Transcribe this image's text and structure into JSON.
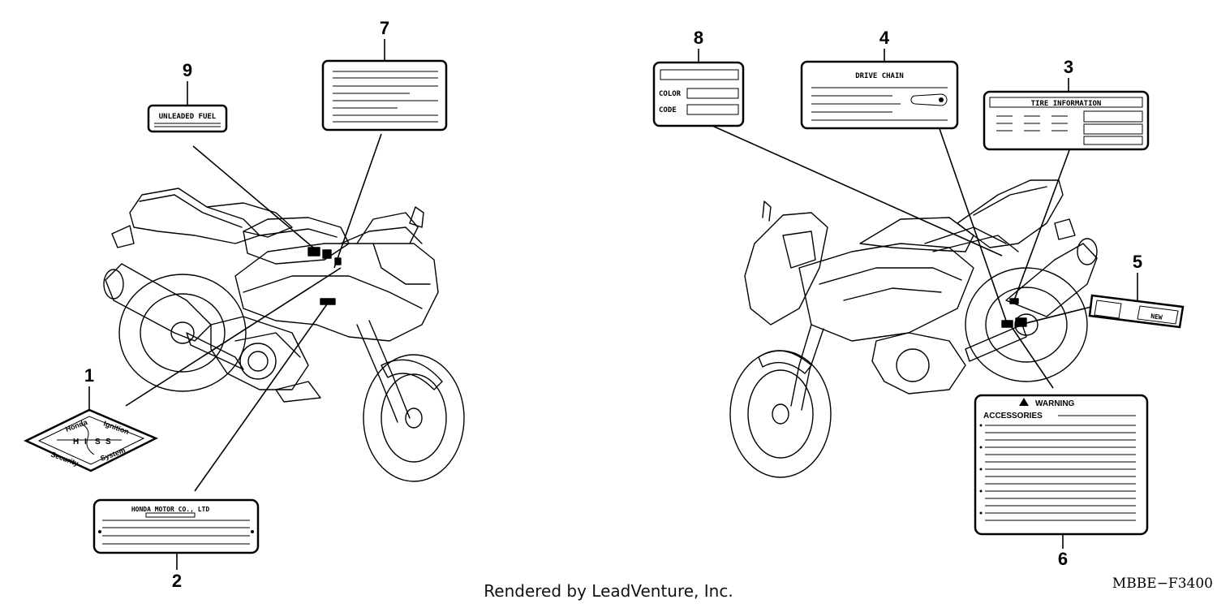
{
  "labels": {
    "n1": "1",
    "n2": "2",
    "n3": "3",
    "n4": "4",
    "n5": "5",
    "n6": "6",
    "n7": "7",
    "n8": "8",
    "n9": "9"
  },
  "label_text": {
    "unleaded": "UNLEADED FUEL",
    "honda_motor": "HONDA MOTOR CO., LTD",
    "drive_chain": "DRIVE CHAIN",
    "tire_information": "TIRE INFORMATION",
    "color": "COLOR",
    "code": "CODE",
    "new": "NEW",
    "warning": "WARNING",
    "accessories": "ACCESSORIES",
    "hiss_top_left": "Honda",
    "hiss_top_right": "Ignition",
    "hiss_bottom_left": "Security",
    "hiss_bottom_right": "System",
    "hiss_h": "H",
    "hiss_i": "I",
    "hiss_s1": "S",
    "hiss_s2": "S"
  },
  "footer": {
    "rendered_by": "Rendered by LeadVenture, Inc.",
    "diagram_code": "MBBE−F3400"
  }
}
